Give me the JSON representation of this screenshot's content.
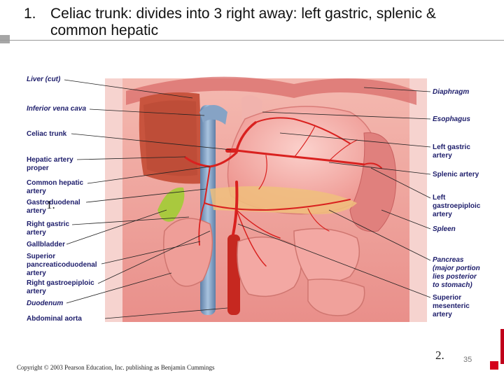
{
  "slide": {
    "title_number": "1.",
    "title_text": "Celiac trunk: divides into 3 right away: left gastric, splenic & common hepatic",
    "marker_1": "1.",
    "marker_2": "2.",
    "copyright": "Copyright © 2003 Pearson Education, Inc. publishing as Benjamin Cummings",
    "page_number": "35"
  },
  "labels_left": [
    "Liver (cut)",
    "Inferior vena cava",
    "Celiac trunk",
    "Hepatic artery",
    "proper",
    "Common hepatic",
    "artery",
    "Gastroduodenal",
    "artery",
    "Right gastric",
    "artery",
    "Gallbladder",
    "Superior",
    "pancreaticoduodenal",
    "artery",
    "Right gastroepiploic",
    "artery",
    "Duodenum",
    "Abdominal aorta"
  ],
  "labels_right": [
    "Diaphragm",
    "Esophagus",
    "Left gastric",
    "artery",
    "Splenic artery",
    "Left",
    "gastroepiploic",
    "artery",
    "Spleen",
    "Pancreas",
    "(major portion",
    "lies posterior",
    "to stomach)",
    "Superior",
    "mesenteric",
    "artery"
  ],
  "colors": {
    "accent_red": "#c0001a",
    "label_blue": "#1d1d6b",
    "artery_red": "#d9211f",
    "vein_blue": "#6f8fb4",
    "tissue_pink": "#f3a8a8"
  }
}
